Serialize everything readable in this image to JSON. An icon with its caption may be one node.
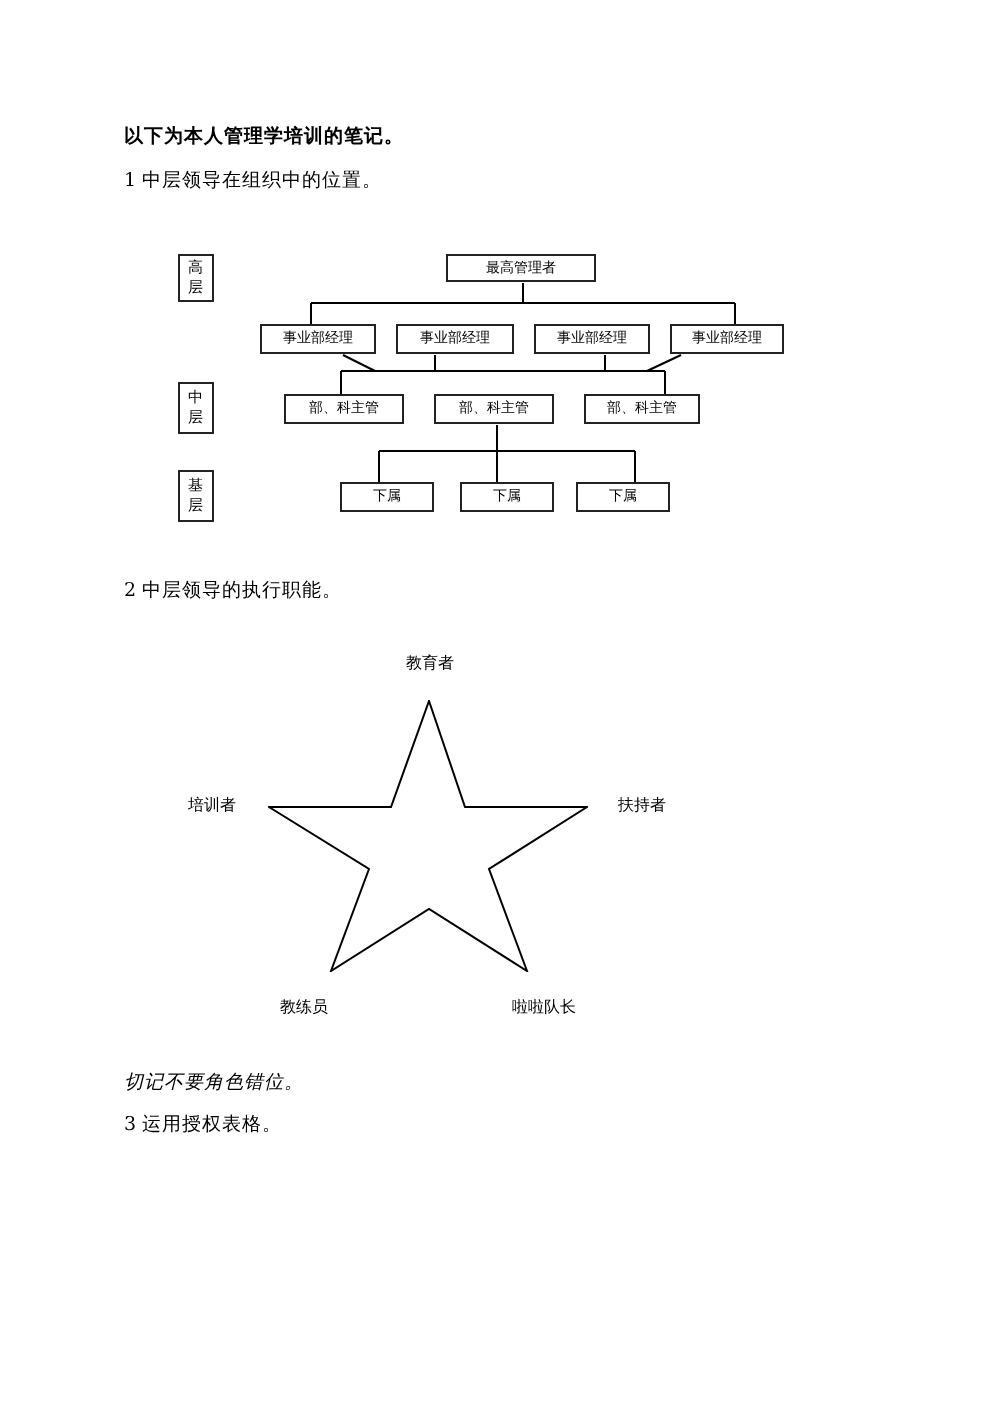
{
  "diagram": {
    "title": "以下为本人管理学培训的笔记。",
    "nodes": [
      {
        "text": [
          "高层"
        ]
      },
      {
        "text": [
          "最高管理者"
        ]
      },
      {
        "text": [
          "事业部经理"
        ]
      },
      {
        "text": [
          "事业部经理"
        ]
      },
      {
        "text": [
          "事业部经理"
        ]
      },
      {
        "text": [
          "事业部经理"
        ]
      },
      {
        "text": [
          "中层"
        ]
      },
      {
        "text": [
          "部、科主管"
        ]
      },
      {
        "text": [
          "部、科主管"
        ]
      },
      {
        "text": [
          "部、科主管"
        ]
      },
      {
        "text": [
          "基层"
        ]
      },
      {
        "text": [
          "下属"
        ]
      },
      {
        "text": [
          "下属"
        ]
      },
      {
        "text": [
          "下属"
        ]
      },
      {
        "text": [],
        "shape": "star",
        "beside": [
          "教育者",
          "培训者",
          "扶持者",
          "教练员",
          "啦啦队长"
        ]
      }
    ],
    "edges": [
      {
        "from": 1,
        "to": 2,
        "arrow": "none"
      },
      {
        "from": 1,
        "to": 5,
        "arrow": "none"
      },
      {
        "from": 2,
        "to": 7,
        "arrow": "none"
      },
      {
        "from": 2,
        "to": 9,
        "arrow": "none"
      },
      {
        "from": 3,
        "to": 7,
        "arrow": "none"
      },
      {
        "from": 3,
        "to": 9,
        "arrow": "none"
      },
      {
        "from": 4,
        "to": 7,
        "arrow": "none"
      },
      {
        "from": 4,
        "to": 9,
        "arrow": "none"
      },
      {
        "from": 5,
        "to": 7,
        "arrow": "none"
      },
      {
        "from": 5,
        "to": 9,
        "arrow": "none"
      },
      {
        "from": 8,
        "to": 11,
        "arrow": "none"
      },
      {
        "from": 8,
        "to": 12,
        "arrow": "none"
      },
      {
        "from": 8,
        "to": 13,
        "arrow": "none"
      }
    ],
    "labels": [
      "1 中层领导在组织中的位置。",
      "2 中层领导的执行职能。",
      "切记不要角色错位。",
      "3 运用授权表格。"
    ]
  }
}
